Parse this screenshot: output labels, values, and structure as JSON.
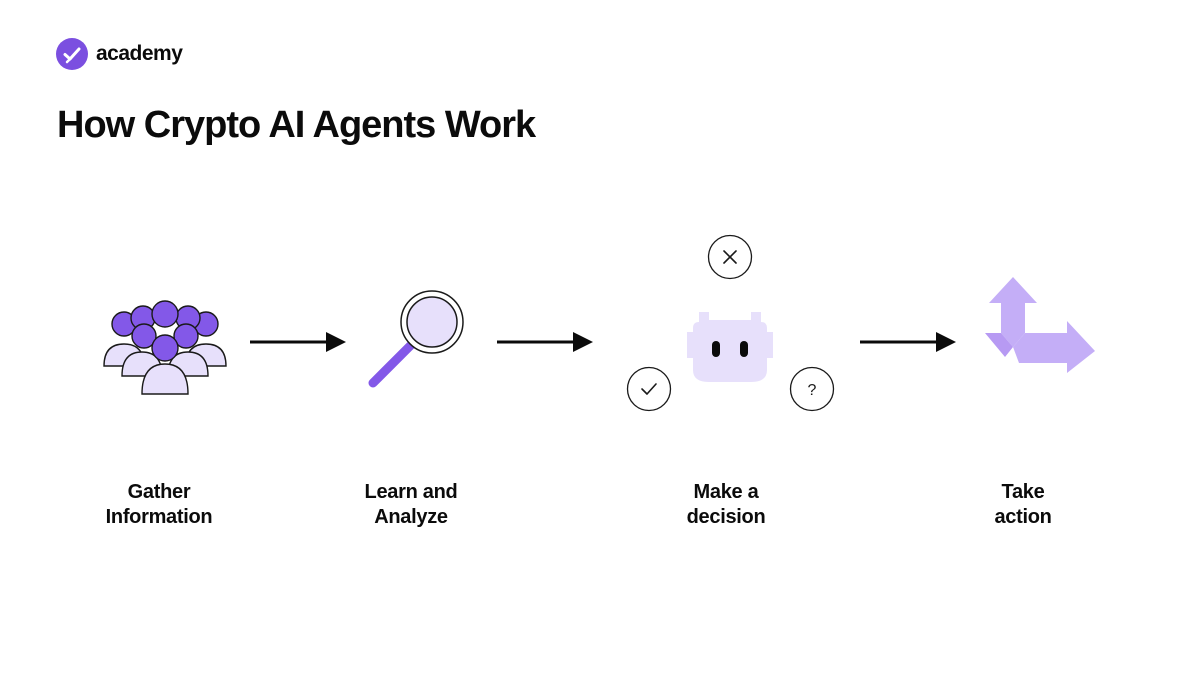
{
  "brand": {
    "name": "academy",
    "logo_icon": "check-logo-icon",
    "accent": "#7b4fe0"
  },
  "title": "How Crypto AI Agents Work",
  "colors": {
    "primary_purple": "#8358e8",
    "light_purple": "#e7e0fb",
    "mid_purple": "#c4aef7",
    "stroke": "#1a1a1a"
  },
  "steps": [
    {
      "icon": "people-group-icon",
      "line1": "Gather",
      "line2": "Information"
    },
    {
      "icon": "magnifying-glass-icon",
      "line1": "Learn and",
      "line2": "Analyze"
    },
    {
      "icon": "robot-icon",
      "line1": "Make a",
      "line2": "decision"
    },
    {
      "icon": "split-arrows-icon",
      "line1": "Take",
      "line2": "action"
    }
  ],
  "decision_bubbles": {
    "top": "×",
    "left": "✓",
    "right": "?"
  }
}
